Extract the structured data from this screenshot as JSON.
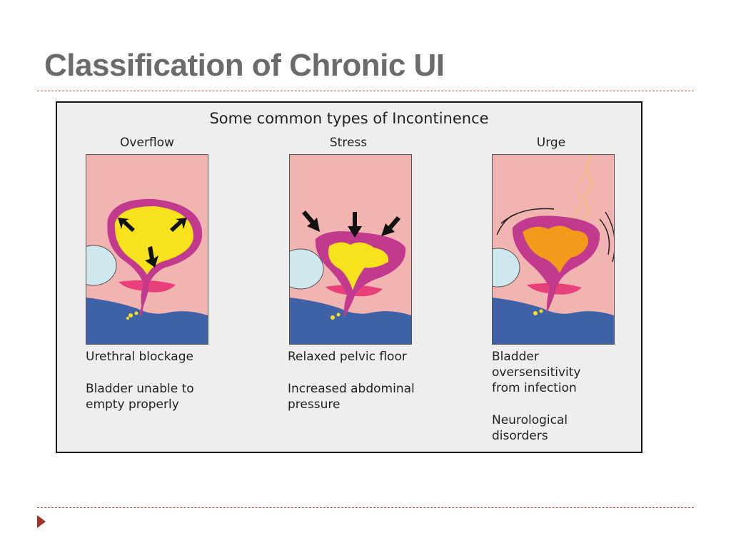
{
  "slide": {
    "title": "Classification of Chronic UI"
  },
  "figure": {
    "heading": "Some common types of Incontinence",
    "columns": [
      {
        "title": "Overflow",
        "captions": [
          "Urethral blockage",
          "Bladder unable to",
          "empty properly"
        ]
      },
      {
        "title": "Stress",
        "captions": [
          "Relaxed pelvic floor",
          "Increased abdominal",
          "pressure"
        ]
      },
      {
        "title": "Urge",
        "captions": [
          "Bladder",
          "oversensitivity",
          "from infection",
          "Neurological",
          "disorders"
        ]
      }
    ]
  },
  "colors": {
    "title": "#6b6b6b",
    "rule": "#b04a3c",
    "bullet": "#a03424",
    "tissue": "#f1b4b0",
    "bladder_wall": "#c23a8e",
    "urine": "#f7e21b",
    "urge_fill": "#f39a1b",
    "floor": "#3f61a8",
    "bone": "#cfe7ee",
    "sphincter": "#e8407a"
  },
  "icons": [
    "arrow-icon",
    "bullet-triangle-icon"
  ]
}
